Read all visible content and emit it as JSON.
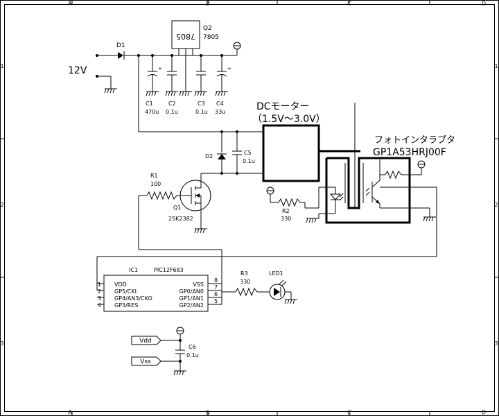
{
  "frame": {
    "cols": [
      "A",
      "B",
      "C",
      "D"
    ],
    "rows": [
      "1",
      "2",
      "3"
    ]
  },
  "supply": {
    "label": "12V"
  },
  "components": {
    "D1": {
      "ref": "D1"
    },
    "Q2": {
      "ref": "Q2",
      "value": "7805",
      "marking": "7805"
    },
    "C1": {
      "ref": "C1",
      "value": "470u"
    },
    "C2": {
      "ref": "C2",
      "value": "0.1u"
    },
    "C3": {
      "ref": "C3",
      "value": "0.1u"
    },
    "C4": {
      "ref": "C4",
      "value": "33u"
    },
    "D2": {
      "ref": "D2"
    },
    "C5": {
      "ref": "C5",
      "value": "0.1u"
    },
    "R1": {
      "ref": "R1",
      "value": "100"
    },
    "Q1": {
      "ref": "Q1",
      "value": "2SK2382"
    },
    "R2": {
      "ref": "R2",
      "value": "330"
    },
    "R3": {
      "ref": "R3",
      "value": "330"
    },
    "LED1": {
      "ref": "LED1"
    },
    "C6": {
      "ref": "C6",
      "value": "0.1u"
    }
  },
  "motor": {
    "line1": "DCモーター",
    "line2": "（1.5V〜3.0V）"
  },
  "photo": {
    "line1": "フォトインタラプタ",
    "line2": "GP1A53HRJ00F"
  },
  "ic": {
    "ref": "IC1",
    "part": "PIC12F683",
    "left_pins": [
      {
        "num": "1",
        "name": "VDD"
      },
      {
        "num": "2",
        "name": "GP5/CKI"
      },
      {
        "num": "3",
        "name": "GP4/AN3/CKO"
      },
      {
        "num": "4",
        "name": "GP3/RES"
      }
    ],
    "right_pins": [
      {
        "num": "8",
        "name": "VSS"
      },
      {
        "num": "7",
        "name": "GP0/AN0"
      },
      {
        "num": "6",
        "name": "GP1/AN1"
      },
      {
        "num": "5",
        "name": "GP2/AN2"
      }
    ]
  },
  "ports": {
    "vdd": "Vdd",
    "vss": "Vss"
  }
}
